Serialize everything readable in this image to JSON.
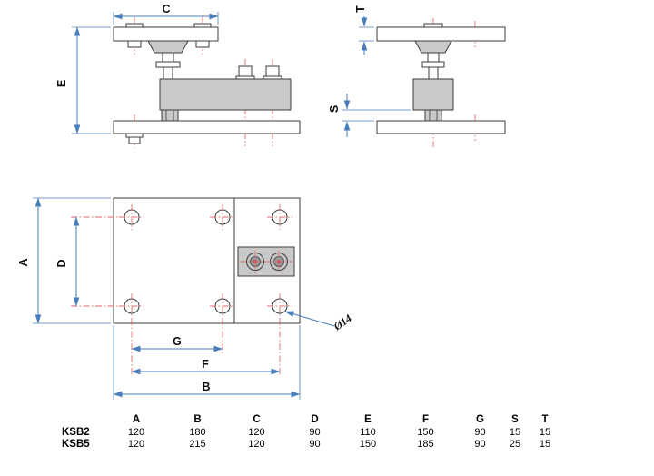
{
  "drawing": {
    "dims": {
      "A": "A",
      "B": "B",
      "C": "C",
      "D": "D",
      "E": "E",
      "F": "F",
      "G": "G",
      "S": "S",
      "T": "T"
    },
    "hole_callout": "Ø14",
    "colors": {
      "dimension_line": "#4a7ebb",
      "centerline": "#e06a6a",
      "metal_fill": "#c9c9c9",
      "outline": "#3c3c3c"
    }
  },
  "table": {
    "headers": [
      "A",
      "B",
      "C",
      "D",
      "E",
      "F",
      "G",
      "S",
      "T"
    ],
    "rows": [
      {
        "name": "KSB2",
        "values": [
          "120",
          "180",
          "120",
          "90",
          "110",
          "150",
          "90",
          "15",
          "15"
        ]
      },
      {
        "name": "KSB5",
        "values": [
          "120",
          "215",
          "120",
          "90",
          "150",
          "185",
          "90",
          "25",
          "15"
        ]
      }
    ]
  }
}
